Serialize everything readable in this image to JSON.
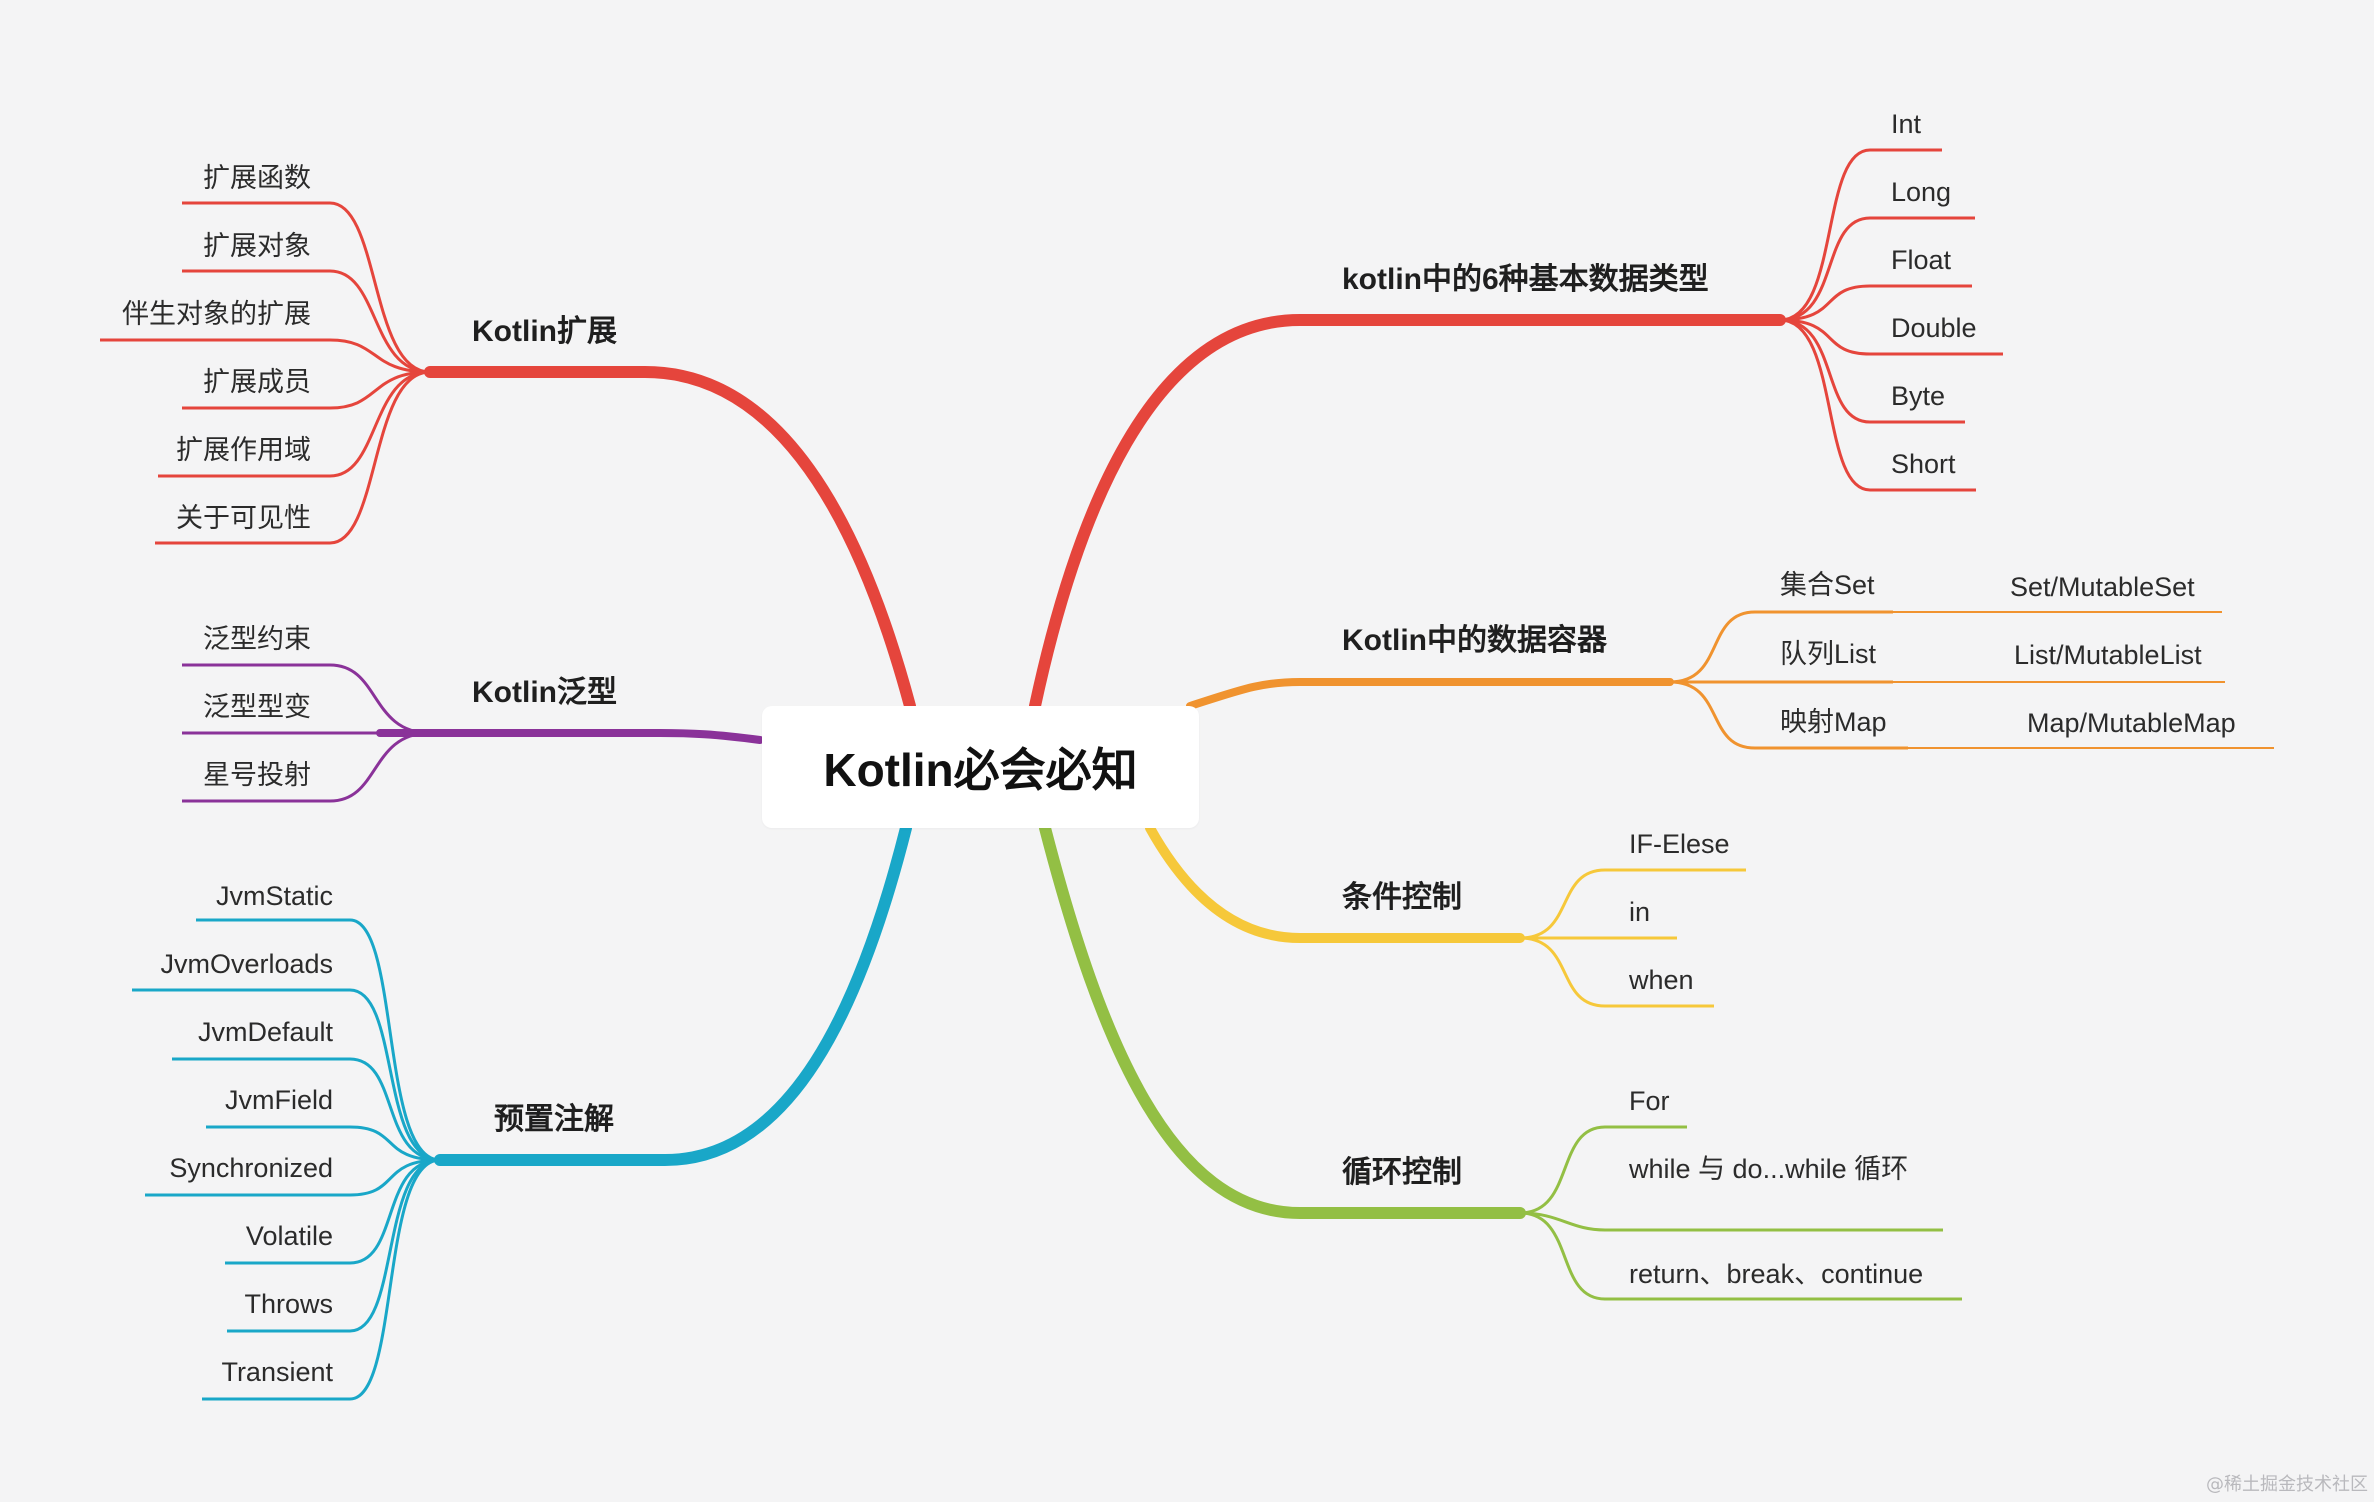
{
  "center": {
    "title": "Kotlin必会必知"
  },
  "colors": {
    "red": "#e5453c",
    "purple": "#8a3299",
    "blue": "#19a7c8",
    "orange": "#f0932f",
    "yellow": "#f6c83a",
    "green": "#93bf44"
  },
  "branches": {
    "extension": {
      "label": "Kotlin扩展",
      "items": [
        "扩展函数",
        "扩展对象",
        "伴生对象的扩展",
        "扩展成员",
        "扩展作用域",
        "关于可见性"
      ]
    },
    "generics": {
      "label": "Kotlin泛型",
      "items": [
        "泛型约束",
        "泛型型变",
        "星号投射"
      ]
    },
    "annotations": {
      "label": "预置注解",
      "items": [
        "JvmStatic",
        "JvmOverloads",
        "JvmDefault",
        "JvmField",
        "Synchronized",
        "Volatile",
        "Throws",
        "Transient"
      ]
    },
    "basic_types": {
      "label": "kotlin中的6种基本数据类型",
      "items": [
        "Int",
        "Long",
        "Float",
        "Double",
        "Byte",
        "Short"
      ]
    },
    "containers": {
      "label": "Kotlin中的数据容器",
      "items": [
        {
          "label": "集合Set",
          "detail": "Set/MutableSet"
        },
        {
          "label": "队列List",
          "detail": "List/MutableList"
        },
        {
          "label": "映射Map",
          "detail": "Map/MutableMap"
        }
      ]
    },
    "conditions": {
      "label": "条件控制",
      "items": [
        "IF-Elese",
        "in",
        "when"
      ]
    },
    "loops": {
      "label": "循环控制",
      "items": [
        "For",
        "while 与 do...while 循环",
        "return、break、continue"
      ]
    }
  },
  "watermark": "@稀土掘金技术社区"
}
